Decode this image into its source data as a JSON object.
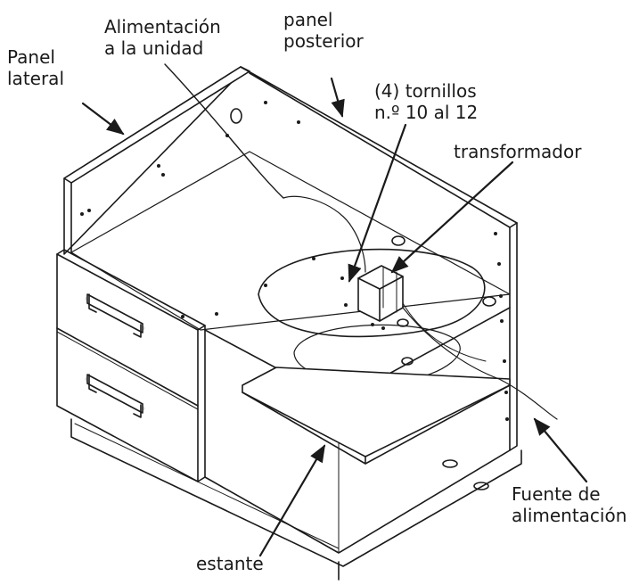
{
  "labels": {
    "side_panel": [
      "Panel",
      "lateral"
    ],
    "unit_power": [
      "Alimentación",
      "a la unidad"
    ],
    "back_panel": [
      "panel",
      "posterior"
    ],
    "screws": [
      "(4) tornillos",
      "n.º 10 al 12"
    ],
    "transformer": [
      "transformador"
    ],
    "power_source": [
      "Fuente de",
      "alimentación"
    ],
    "shelf": [
      "estante"
    ]
  },
  "colors": {
    "line": "#1a1a1a",
    "panel_fill": "#ffffff",
    "shade": "#d9d9d9"
  }
}
